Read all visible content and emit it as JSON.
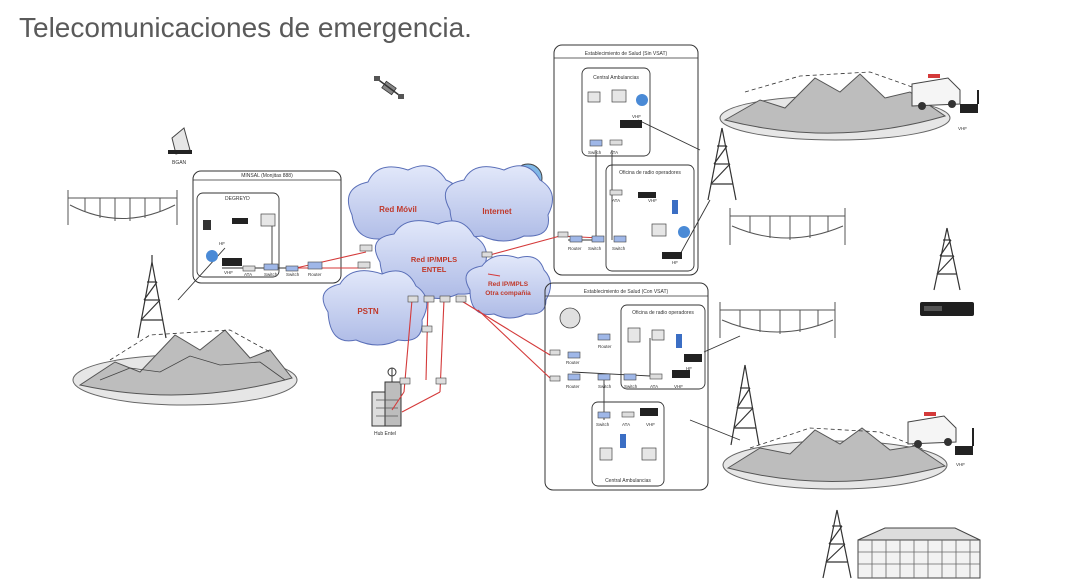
{
  "slide": {
    "title": "Telecomunicaciones de emergencia."
  },
  "boxes": {
    "minsal": "MINSAL (Monjitas 888)",
    "degreyd": "DEGREYD",
    "estab_sin_vsat": "Establecimiento de Salud (Sin VSAT)",
    "central_amb_top": "Central Ambulancias",
    "oficina_radio_top": "Oficina de radio operadores",
    "estab_con_vsat": "Establecimiento de Salud (Con VSAT)",
    "oficina_radio_bottom": "Oficina de radio operadores",
    "central_amb_bottom": "Central Ambulancias"
  },
  "clouds": {
    "red_movil": "Red Móvil",
    "internet": "Internet",
    "mpls_entel_1": "Red IP/MPLS",
    "mpls_entel_2": "ENTEL",
    "pstn": "PSTN",
    "mpls_otra_1": "Red IP/MPLS",
    "mpls_otra_2": "Otra compañía"
  },
  "labels": {
    "bgan": "BGAN",
    "hub_entel": "Hub Entel",
    "vhf": "VHF",
    "hf": "HF",
    "ata": "ATA",
    "switch": "Switch",
    "router": "Router"
  },
  "colors": {
    "title": "#5a5a5a",
    "cloud_fill": "#c9d3f0",
    "cloud_label": "#c0392b",
    "link_red": "#d43a3a",
    "line_dark": "#333333"
  }
}
